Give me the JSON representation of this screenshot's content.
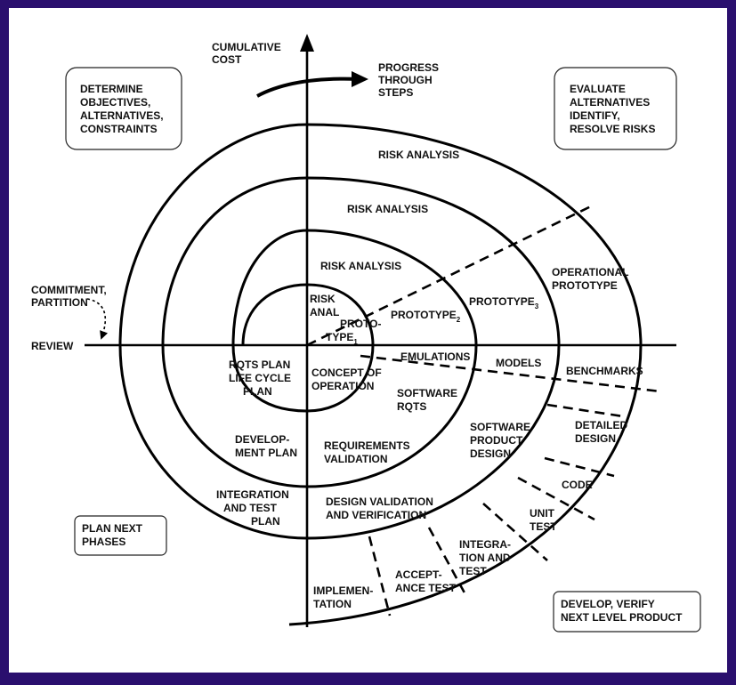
{
  "axes": {
    "vertical": [
      "CUMULATIVE",
      "COST"
    ],
    "progress": [
      "PROGRESS",
      "THROUGH",
      "STEPS"
    ],
    "review": "REVIEW",
    "commitment": [
      "COMMITMENT,",
      "PARTITION"
    ]
  },
  "quadrants": {
    "determine": [
      "DETERMINE",
      "OBJECTIVES,",
      "ALTERNATIVES,",
      "CONSTRAINTS"
    ],
    "evaluate": [
      "EVALUATE",
      "ALTERNATIVES",
      "IDENTIFY,",
      "RESOLVE RISKS"
    ],
    "plan": [
      "PLAN NEXT",
      "PHASES"
    ],
    "develop": [
      "DEVELOP, VERIFY",
      "NEXT LEVEL PRODUCT"
    ]
  },
  "risk": {
    "outer": "RISK ANALYSIS",
    "third": "RISK ANALYSIS",
    "second": "RISK ANALYSIS",
    "inner": [
      "RISK",
      "ANAL"
    ]
  },
  "prototypes": {
    "p1": [
      "PROTO-",
      "TYPE",
      "1"
    ],
    "p2": [
      "PROTOTYPE",
      "2"
    ],
    "p3": [
      "PROTOTYPE",
      "3"
    ],
    "operational": [
      "OPERATIONAL",
      "PROTOTYPE"
    ]
  },
  "simulation": {
    "emulations": "EMULATIONS",
    "models": "MODELS",
    "benchmarks": "BENCHMARKS"
  },
  "lower_right": {
    "concept": [
      "CONCEPT OF",
      "OPERATION"
    ],
    "software_rqts": [
      "SOFTWARE",
      "RQTS"
    ],
    "software_product": [
      "SOFTWARE",
      "PRODUCT",
      "DESIGN"
    ],
    "detailed": [
      "DETAILED",
      "DESIGN"
    ],
    "code": "CODE",
    "unit_test": [
      "UNIT",
      "TEST"
    ],
    "integration_test": [
      "INTEGRA-",
      "TION AND",
      "TEST"
    ],
    "acceptance": [
      "ACCEPT-",
      "ANCE TEST"
    ],
    "implementation": [
      "IMPLEMEN-",
      "TATION"
    ],
    "requirements_validation": [
      "REQUIREMENTS",
      "VALIDATION"
    ],
    "design_validation": [
      "DESIGN VALIDATION",
      "AND VERIFICATION"
    ]
  },
  "lower_left": {
    "rqts_plan": [
      "RQTS PLAN",
      "LIFE CYCLE",
      "PLAN"
    ],
    "development_plan": [
      "DEVELOP-",
      "MENT PLAN"
    ],
    "integration_plan": [
      "INTEGRATION",
      "AND TEST",
      "PLAN"
    ]
  }
}
